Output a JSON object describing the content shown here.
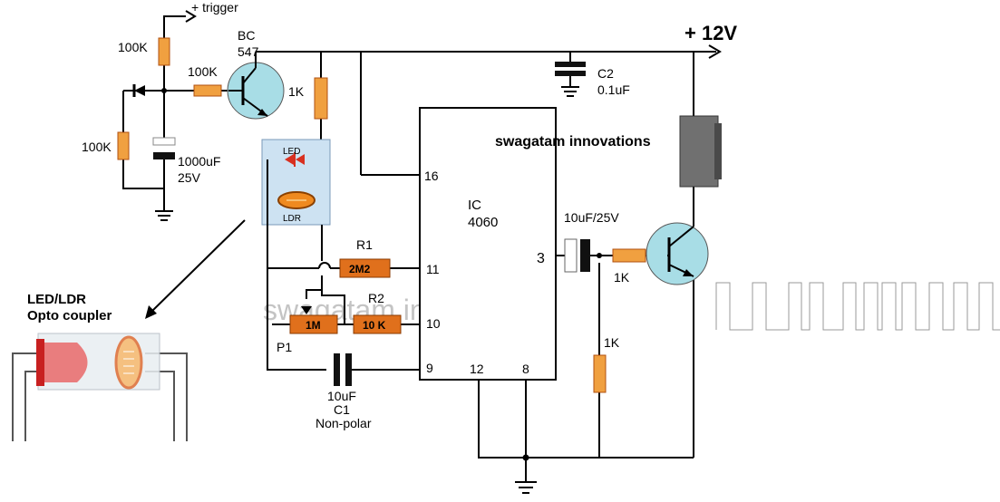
{
  "labels": {
    "trigger": "+ trigger",
    "r_top": "100K",
    "r_base": "100K",
    "r_bottom": "100K",
    "transistor_line1": "BC",
    "transistor_line2": "547",
    "r_led": "1K",
    "cap_big_line1": "1000uF",
    "cap_big_line2": "25V",
    "led": "LED",
    "ldr": "LDR",
    "opto_line1": "LED/LDR",
    "opto_line2": "Opto coupler",
    "supply": "+ 12V",
    "c2_line1": "C2",
    "c2_line2": "0.1uF",
    "brand": "swagatam innovations",
    "watermark": "swagatam innova",
    "ic_line1": "IC",
    "ic_line2": "4060",
    "pin16": "16",
    "pin11": "11",
    "pin10": "10",
    "pin9": "9",
    "pin12": "12",
    "pin8": "8",
    "pin3": "3",
    "r1": "R1",
    "r1_value": "2M2",
    "r2": "R2",
    "r2_value": "10 K",
    "p1_value": "1M",
    "p1": "P1",
    "c1_line1": "10uF",
    "c1_line2": "C1",
    "c1_line3": "Non-polar",
    "cap_out": "10uF/25V",
    "r_out_base": "1K",
    "r_out_pull": "1K"
  },
  "colors": {
    "wire": "#000000",
    "resistor_light": "#f0a040",
    "resistor_dark": "#e0701c",
    "transistor": "#a8dde6",
    "opto_box": "#cde2f2",
    "led": "#d83020",
    "relay": "#707070",
    "watermark": "#b8b8b8"
  }
}
